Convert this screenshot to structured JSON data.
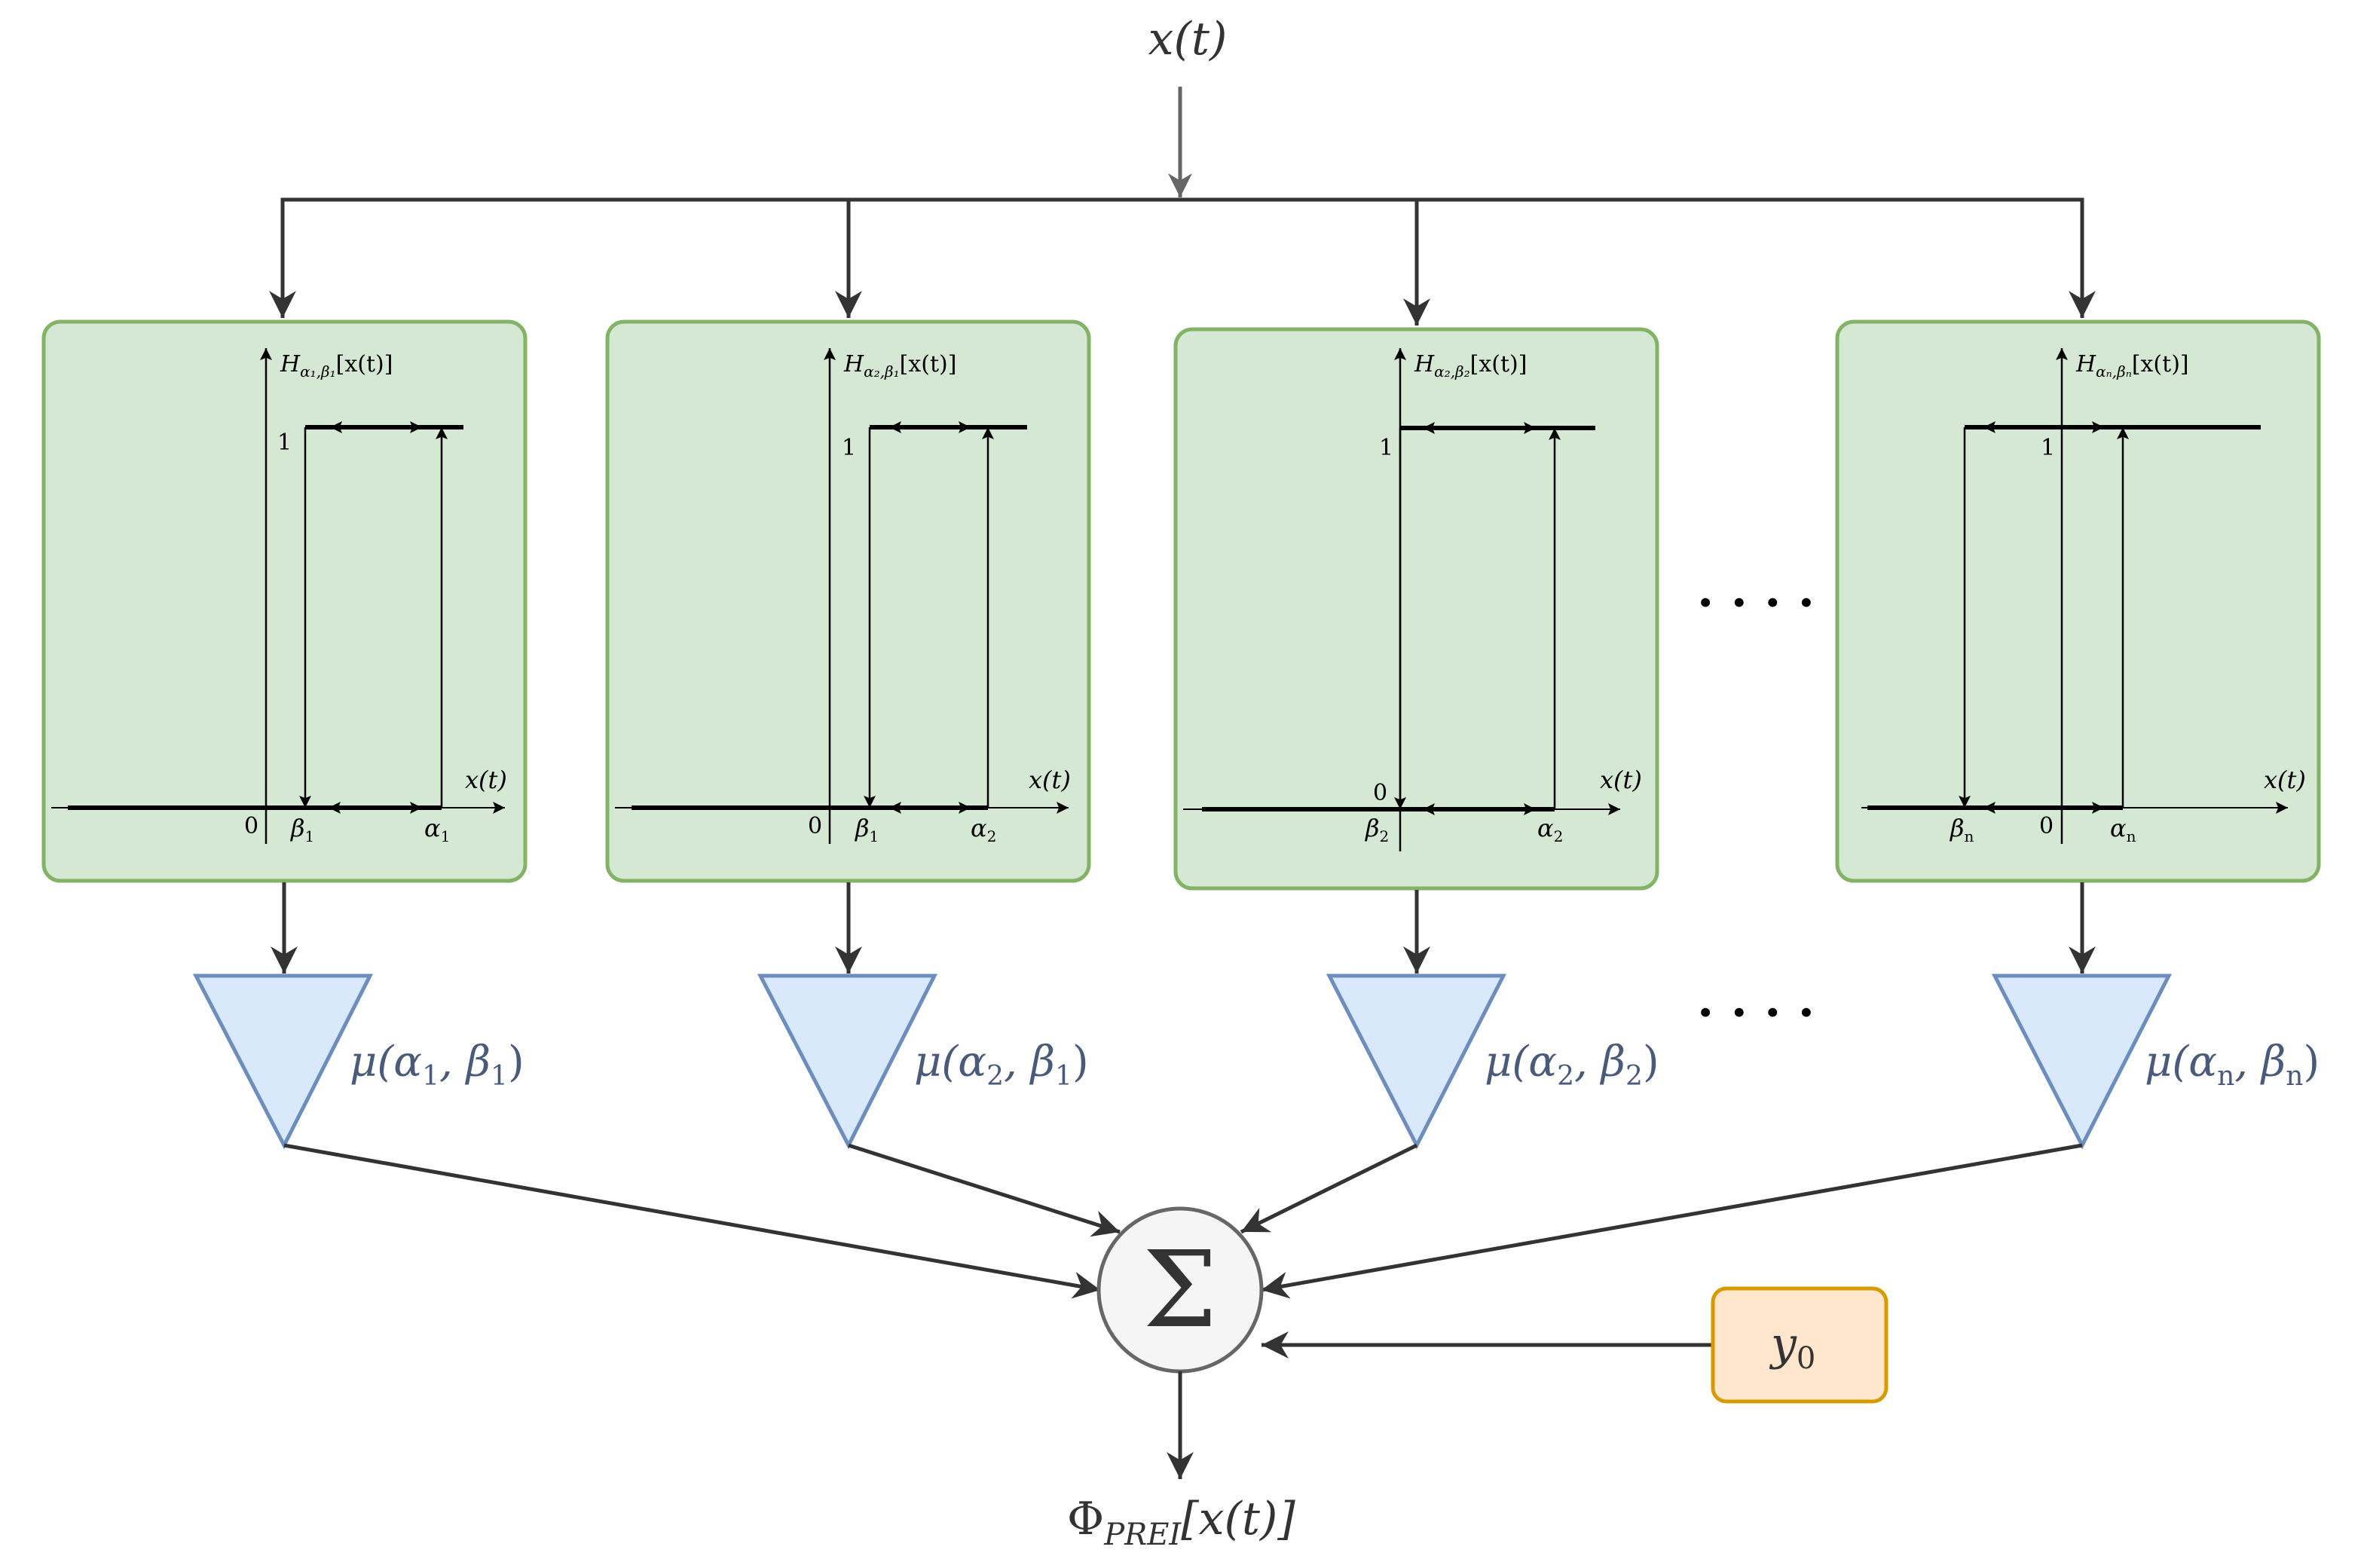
{
  "input": {
    "label": "x(t)"
  },
  "output": {
    "label_main": "Φ",
    "label_sub": "PREI",
    "label_rest": "[x(t)]"
  },
  "summer": {
    "symbol": "Σ"
  },
  "offset": {
    "label_main": "y",
    "label_sub": "0"
  },
  "ellipsis": "· · · ·",
  "colors": {
    "line": "#333333",
    "input_arrow": "#666666",
    "panel_fill": "#d5e8d4",
    "panel_stroke": "#82b366",
    "gain_fill": "#dae8fc",
    "gain_stroke": "#6c8ebf",
    "gain_text": "#4a5a7a",
    "offset_fill": "#ffe6cc",
    "offset_stroke": "#d79b00",
    "sum_fill": "#f5f5f5",
    "sum_stroke": "#666666"
  },
  "relays": [
    {
      "title": "H",
      "title_sub": "α₁,β₁",
      "title_rest": "[x(t)]",
      "one": "1",
      "zero": "0",
      "axis": "x(t)",
      "beta": "β",
      "beta_sub": "1",
      "alpha": "α",
      "alpha_sub": "1",
      "gain_main": "μ(α",
      "gain_sub1": "1",
      "gain_mid": ", β",
      "gain_sub2": "1",
      "gain_end": ")"
    },
    {
      "title": "H",
      "title_sub": "α₂,β₁",
      "title_rest": "[x(t)]",
      "one": "1",
      "zero": "0",
      "axis": "x(t)",
      "beta": "β",
      "beta_sub": "1",
      "alpha": "α",
      "alpha_sub": "2",
      "gain_main": "μ(α",
      "gain_sub1": "2",
      "gain_mid": ", β",
      "gain_sub2": "1",
      "gain_end": ")"
    },
    {
      "title": "H",
      "title_sub": "α₂,β₂",
      "title_rest": "[x(t)]",
      "one": "1",
      "zero": "0",
      "axis": "x(t)",
      "beta": "β",
      "beta_sub": "2",
      "alpha": "α",
      "alpha_sub": "2",
      "gain_main": "μ(α",
      "gain_sub1": "2",
      "gain_mid": ", β",
      "gain_sub2": "2",
      "gain_end": ")"
    },
    {
      "title": "H",
      "title_sub": "αₙ,βₙ",
      "title_rest": "[x(t)]",
      "one": "1",
      "zero": "0",
      "axis": "x(t)",
      "beta": "β",
      "beta_sub": "n",
      "alpha": "α",
      "alpha_sub": "n",
      "gain_main": "μ(α",
      "gain_sub1": "n",
      "gain_mid": ", β",
      "gain_sub2": "n",
      "gain_end": ")"
    }
  ]
}
